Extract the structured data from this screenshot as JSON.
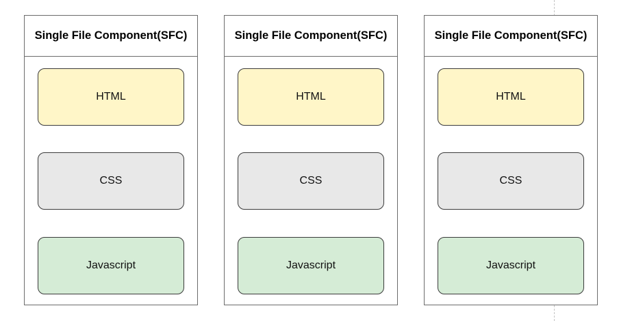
{
  "components": [
    {
      "title": "Single File Component(SFC)",
      "parts": [
        {
          "kind": "html",
          "label": "HTML",
          "color": "#fff6c8"
        },
        {
          "kind": "css",
          "label": "CSS",
          "color": "#e8e8e8"
        },
        {
          "kind": "js",
          "label": "Javascript",
          "color": "#d5ecd6"
        }
      ]
    },
    {
      "title": "Single File Component(SFC)",
      "parts": [
        {
          "kind": "html",
          "label": "HTML",
          "color": "#fff6c8"
        },
        {
          "kind": "css",
          "label": "CSS",
          "color": "#e8e8e8"
        },
        {
          "kind": "js",
          "label": "Javascript",
          "color": "#d5ecd6"
        }
      ]
    },
    {
      "title": "Single File Component(SFC)",
      "parts": [
        {
          "kind": "html",
          "label": "HTML",
          "color": "#fff6c8"
        },
        {
          "kind": "css",
          "label": "CSS",
          "color": "#e8e8e8"
        },
        {
          "kind": "js",
          "label": "Javascript",
          "color": "#d5ecd6"
        }
      ]
    }
  ]
}
